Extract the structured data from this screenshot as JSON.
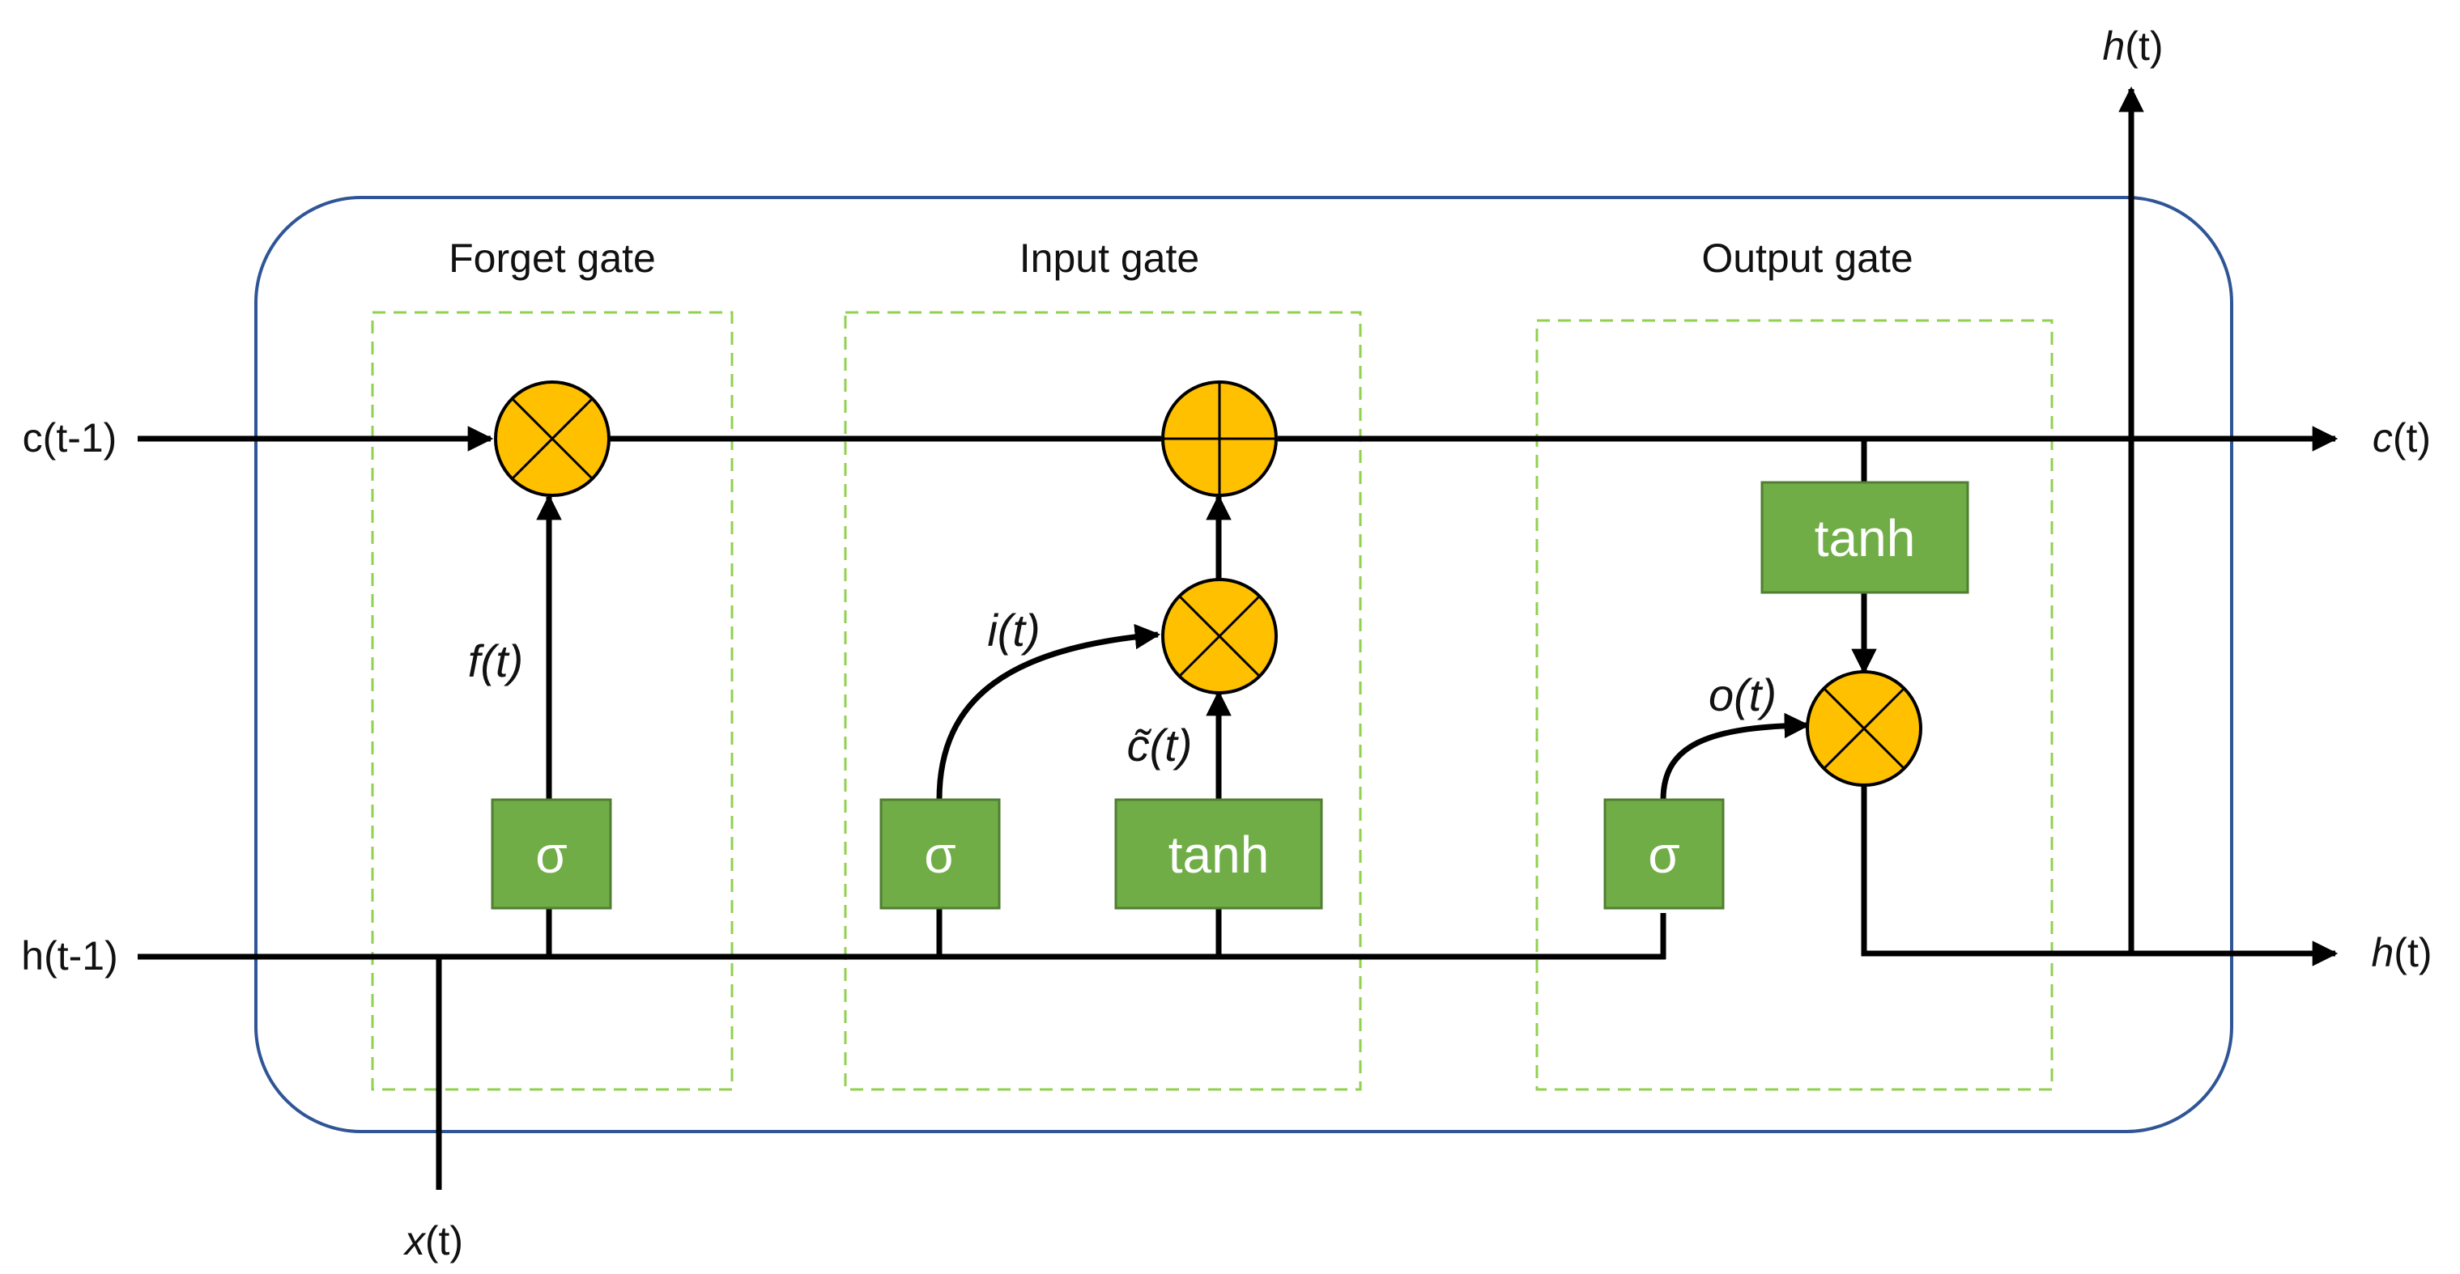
{
  "gates": {
    "forget": "Forget gate",
    "input": "Input gate",
    "output": "Output gate"
  },
  "inputs": {
    "c_prev": "c(t-1)",
    "h_prev": "h(t-1)",
    "x_var": "x",
    "x_suffix": "(t)"
  },
  "outputs": {
    "c_var": "c",
    "c_suffix": "(t)",
    "h_var": "h",
    "h_suffix": "(t)",
    "h_top_var": "h",
    "h_top_suffix": "(t)"
  },
  "signals": {
    "f": "f(t)",
    "i": "i(t)",
    "c_tilde": "c̃(t)",
    "o": "o(t)"
  },
  "boxes": {
    "forget_sigma": "σ",
    "input_sigma": "σ",
    "input_tanh": "tanh",
    "output_sigma": "σ",
    "output_tanh": "tanh"
  },
  "colors": {
    "cell_border": "#2f5597",
    "gate_border": "#92d050",
    "activation_fill": "#70ad47",
    "operator_fill": "#ffc000",
    "wire": "#000000"
  }
}
